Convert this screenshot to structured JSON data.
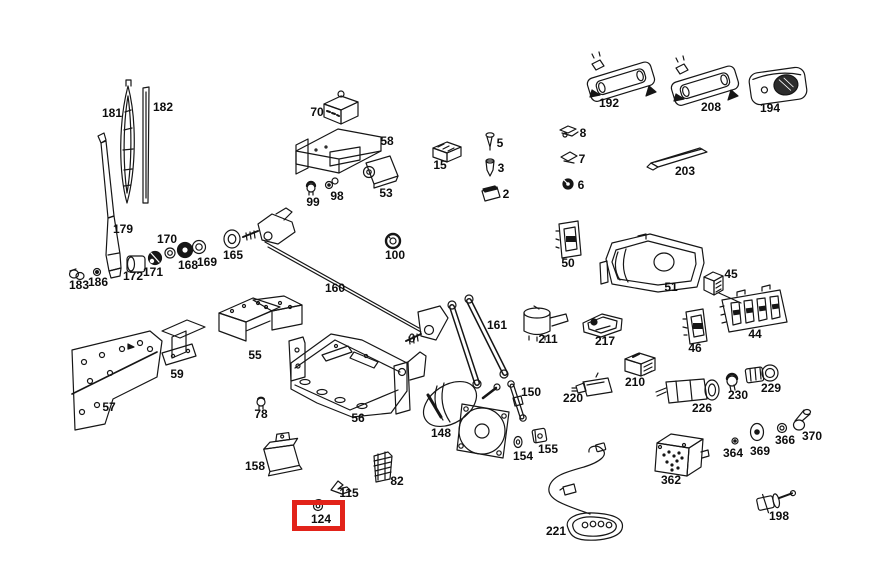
{
  "diagram": {
    "background": "#ffffff",
    "line_color": "#161616",
    "highlight": {
      "part_number": "124",
      "box_color": "#e2231a"
    },
    "parts": {
      "p2": "2",
      "p3": "3",
      "p5": "5",
      "p6": "6",
      "p7": "7",
      "p8": "8",
      "p15": "15",
      "p44": "44",
      "p45": "45",
      "p46": "46",
      "p50": "50",
      "p51": "51",
      "p53": "53",
      "p55": "55",
      "p56": "56",
      "p57": "57",
      "p58": "58",
      "p59": "59",
      "p70": "70",
      "p78": "78",
      "p82": "82",
      "p98": "98",
      "p99": "99",
      "p100": "100",
      "p115": "115",
      "p124": "124",
      "p148": "148",
      "p150": "150",
      "p154": "154",
      "p155": "155",
      "p158": "158",
      "p160": "160",
      "p161": "161",
      "p165": "165",
      "p168": "168",
      "p169": "169",
      "p170": "170",
      "p171": "171",
      "p172": "172",
      "p179": "179",
      "p181": "181",
      "p182": "182",
      "p183": "183",
      "p186": "186",
      "p192": "192",
      "p194": "194",
      "p198": "198",
      "p203": "203",
      "p208": "208",
      "p210": "210",
      "p211": "211",
      "p217": "217",
      "p220": "220",
      "p221": "221",
      "p226": "226",
      "p229": "229",
      "p230": "230",
      "p362": "362",
      "p364": "364",
      "p366": "366",
      "p369": "369",
      "p370": "370"
    }
  }
}
